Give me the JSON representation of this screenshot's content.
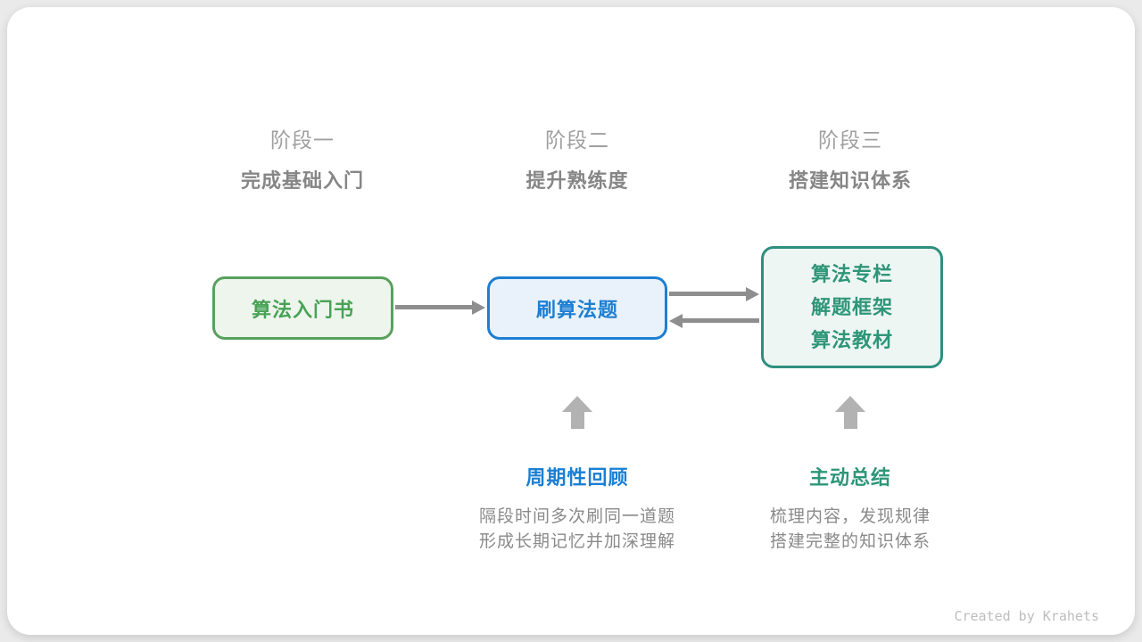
{
  "stages": [
    {
      "label": "阶段一",
      "subtitle": "完成基础入门"
    },
    {
      "label": "阶段二",
      "subtitle": "提升熟练度"
    },
    {
      "label": "阶段三",
      "subtitle": "搭建知识体系"
    }
  ],
  "nodes": {
    "beginner_book": {
      "label": "算法入门书"
    },
    "practice": {
      "label": "刷算法题"
    },
    "resources": {
      "lines": [
        "算法专栏",
        "解题框架",
        "算法教材"
      ]
    }
  },
  "annotations": [
    {
      "title": "周期性回顾",
      "desc_lines": [
        "隔段时间多次刷同一道题",
        "形成长期记忆并加深理解"
      ]
    },
    {
      "title": "主动总结",
      "desc_lines": [
        "梳理内容，发现规律",
        "搭建完整的知识体系"
      ]
    }
  ],
  "footer": {
    "credit": "Created by Krahets"
  },
  "colors": {
    "green_accent": "#48a255",
    "blue_accent": "#1d7fd1",
    "teal_accent": "#2e9678",
    "arrow_gray": "#8e8e8e",
    "up_arrow_gray": "#b2b2b2",
    "text_gray": "#8a8a8a"
  }
}
